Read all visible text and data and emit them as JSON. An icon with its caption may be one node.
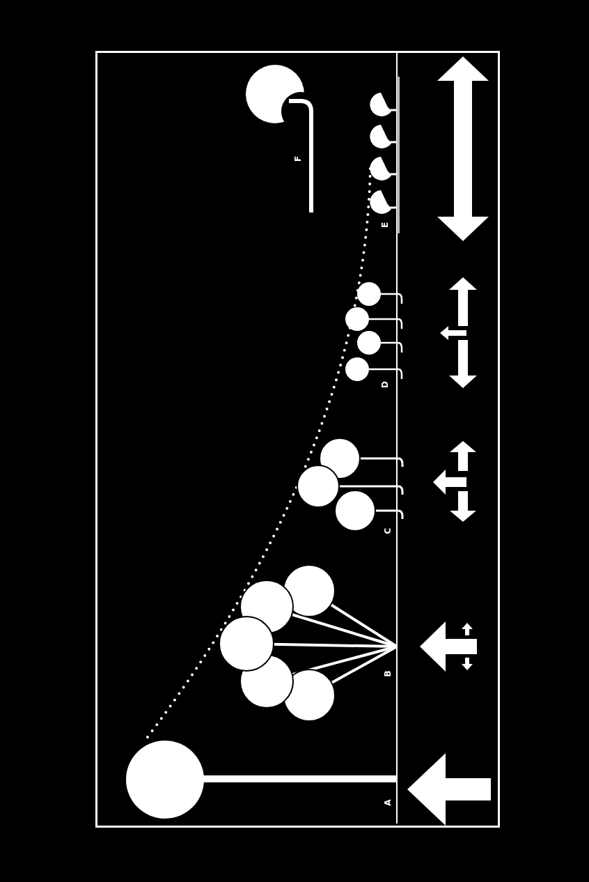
{
  "diagram": {
    "labels": [
      "A",
      "B",
      "C",
      "D",
      "E",
      "F"
    ]
  }
}
